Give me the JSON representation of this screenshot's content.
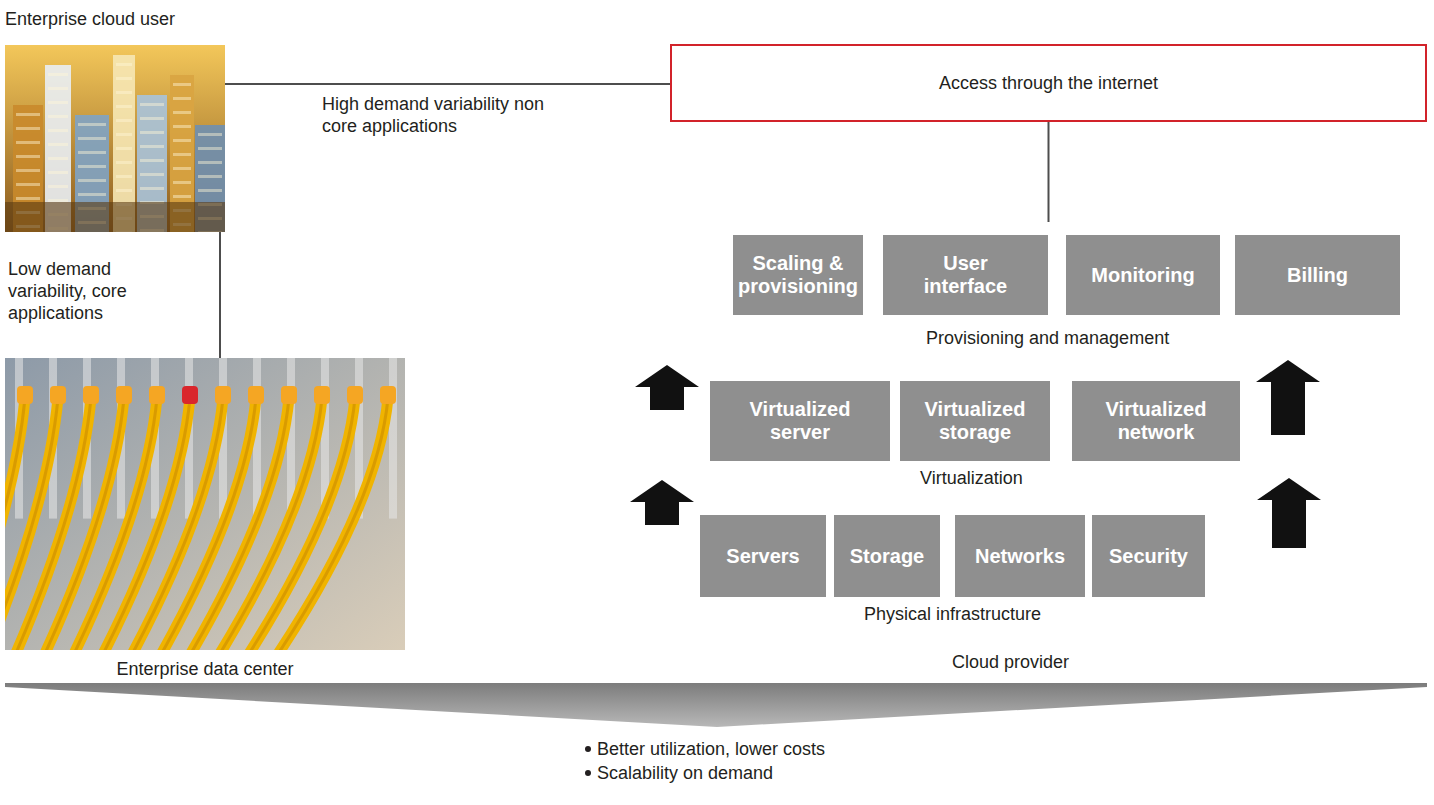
{
  "diagram": {
    "nodes": [
      {
        "text": [
          "Enterprise cloud user"
        ]
      },
      {
        "text": [
          "Enterprise data center"
        ]
      },
      {
        "text": [
          "Access through the internet"
        ]
      },
      {
        "text": [
          "Provisioning and management"
        ]
      },
      {
        "text": [
          "Scaling & provisioning"
        ],
        "in": 3
      },
      {
        "text": [
          "User interface"
        ],
        "in": 3
      },
      {
        "text": [
          "Monitoring"
        ],
        "in": 3
      },
      {
        "text": [
          "Billing"
        ],
        "in": 3
      },
      {
        "text": [
          "Virtualization"
        ]
      },
      {
        "text": [
          "Virtualized server"
        ],
        "in": 8
      },
      {
        "text": [
          "Virtualized storage"
        ],
        "in": 8
      },
      {
        "text": [
          "Virtualized network"
        ],
        "in": 8
      },
      {
        "text": [
          "Physical infrastructure"
        ]
      },
      {
        "text": [
          "Servers"
        ],
        "in": 12
      },
      {
        "text": [
          "Storage"
        ],
        "in": 12
      },
      {
        "text": [
          "Networks"
        ],
        "in": 12
      },
      {
        "text": [
          "Security"
        ],
        "in": 12
      }
    ],
    "edges": [
      {
        "from": 0,
        "to": 2,
        "arrow": "none",
        "label": "High demand variability non core applications"
      },
      {
        "from": 0,
        "to": 1,
        "arrow": "none",
        "label": "Low demand variability, core applications"
      },
      {
        "from": 2,
        "to": 3,
        "arrow": "none"
      },
      {
        "from": 12,
        "to": 8,
        "arrow": "to"
      },
      {
        "from": 12,
        "to": 8,
        "arrow": "to"
      },
      {
        "from": 8,
        "to": 3,
        "arrow": "to"
      },
      {
        "from": 8,
        "to": 3,
        "arrow": "to"
      }
    ],
    "labels": [
      "Cloud provider",
      "Better utilization, lower costs",
      "Scalability on demand"
    ]
  }
}
